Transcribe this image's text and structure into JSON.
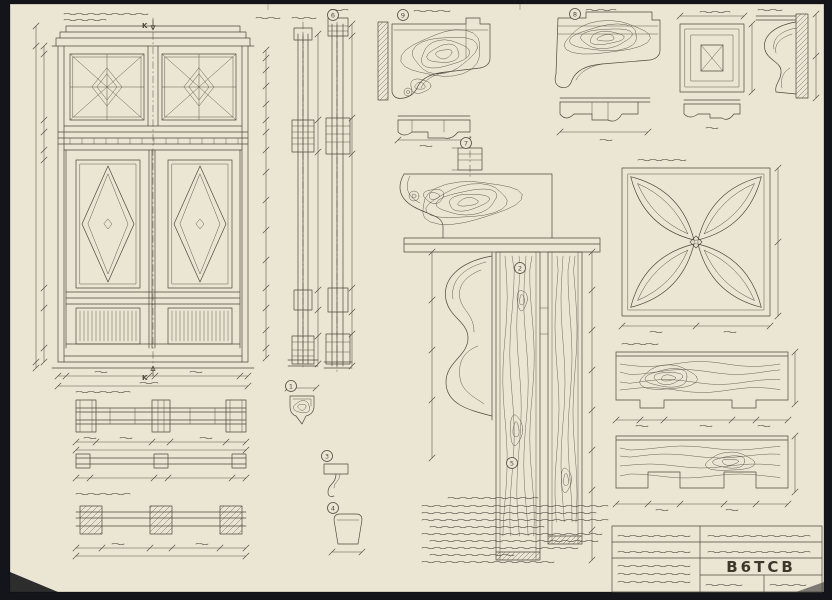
{
  "palette": {
    "bg": "#14151a",
    "paper": "#ebe5d3",
    "ink": "#4e4a3d",
    "ink_light": "#8a8374",
    "accent": "#3d382c"
  },
  "drawing": {
    "section_mark": "K",
    "markers": [
      {
        "n": "1"
      },
      {
        "n": "2"
      },
      {
        "n": "3"
      },
      {
        "n": "4"
      },
      {
        "n": "5"
      },
      {
        "n": "6"
      },
      {
        "n": "7"
      },
      {
        "n": "8"
      },
      {
        "n": "9"
      }
    ],
    "title_block": {
      "code": "B6TCB"
    }
  }
}
